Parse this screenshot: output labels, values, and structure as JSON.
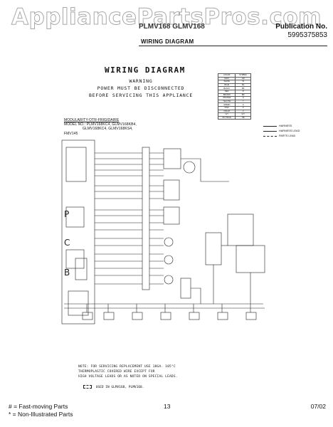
{
  "watermark": "AppliancePartsPros.com",
  "header": {
    "model_line": "PLMV168 GLMV168",
    "pub_label": "Publication No.",
    "pub_number": "5995375853",
    "section": "WIRING DIAGRAM"
  },
  "diagram_title": "WIRING DIAGRAM",
  "warning": {
    "heading": "WARNING",
    "line1": "POWER MUST BE DISCONNECTED",
    "line2": "BEFORE SERVICING THIS APPLIANCE"
  },
  "models": {
    "modularity": "MODULARITY-OTR-FRIGIDAIRE",
    "label": "MODEL NO.:",
    "line1": "PLMV168KC4, GLMV168KB4,",
    "line2": "GLMV168KC4, GLMV168KS4,",
    "line3": "FMV145"
  },
  "color_table": {
    "header": [
      "COLOR",
      "SYMBOL"
    ],
    "rows": [
      [
        "GRAY",
        "GR"
      ],
      [
        "WHITE",
        "W"
      ],
      [
        "BLUE",
        "BL"
      ],
      [
        "BLACK",
        "BK"
      ],
      [
        "RED",
        "R"
      ],
      [
        "BROWN",
        "BR"
      ],
      [
        "ORANGE",
        "O"
      ],
      [
        "YELLOW",
        "Y"
      ],
      [
        "GREEN",
        "G"
      ],
      [
        "PINK",
        "P"
      ],
      [
        "VIOLET",
        "V"
      ],
      [
        "G/Y",
        "G/Y"
      ],
      [
        "SKY BLUE",
        "SB"
      ]
    ]
  },
  "legend": {
    "item1": "HARNESS",
    "item2": "HARNESS LEAD",
    "item3": "PARTS LEAD"
  },
  "section_labels": {
    "p": "P",
    "c": "C",
    "b": "B"
  },
  "notes": {
    "line1": "NOTE: FOR SERVICING REPLACEMENT USE 18GA. 105°C",
    "line2": "THERMOPLASTIC COVERED WIRE EXCEPT FOR",
    "line3": "HIGH VOLTAGE LEADS OR AS NOTED ON SPECIAL LEADS.",
    "used_in": "USED IN GLMV168, PLMV168."
  },
  "footer": {
    "fast_moving": "# = Fast-moving Parts",
    "non_illustrated": "* = Non-Illustrated Parts",
    "page": "13",
    "date": "07/02"
  }
}
